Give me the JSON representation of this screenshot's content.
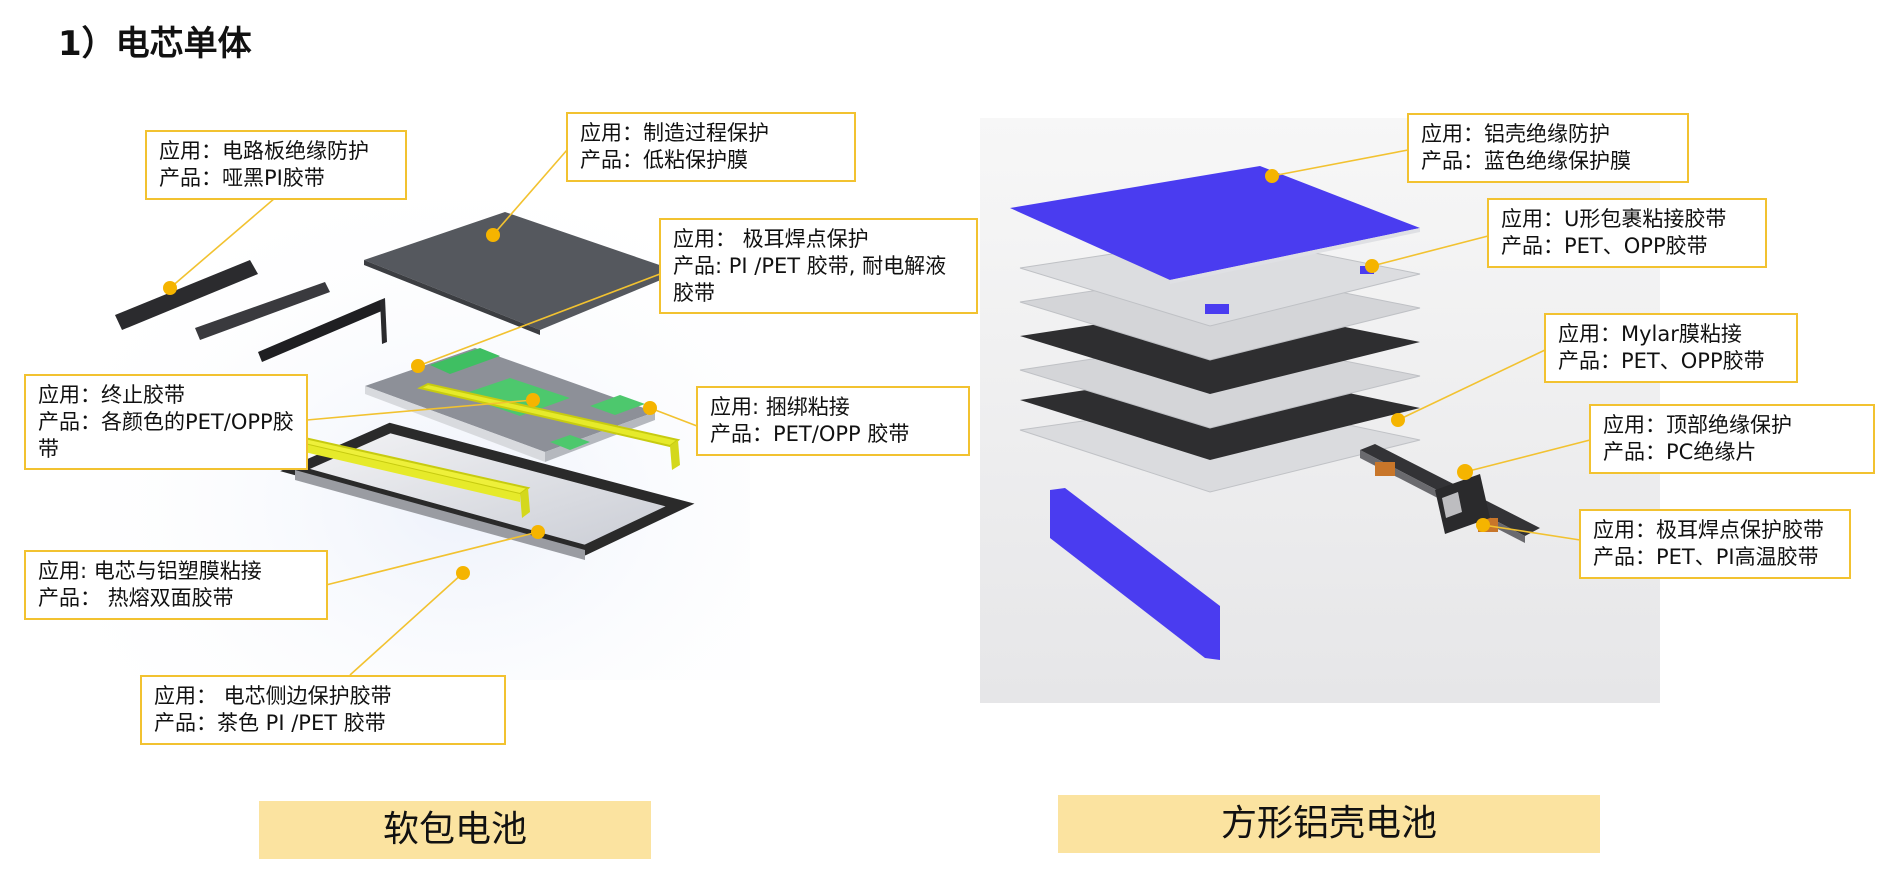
{
  "title": "1）电芯单体",
  "accent_color": "#f2c230",
  "dot_color": "#f5b400",
  "pouch": {
    "caption": "软包电池",
    "callouts": [
      {
        "app": "应用：电路板绝缘防护",
        "prod": "产品：哑黑PI胶带"
      },
      {
        "app": "应用：制造过程保护",
        "prod": "产品：低粘保护膜"
      },
      {
        "app": "应用：  极耳焊点保护",
        "prod": "产品: PI /PET 胶带, 耐电解液胶带"
      },
      {
        "app": "应用：终止胶带",
        "prod": "产品：各颜色的PET/OPP胶带"
      },
      {
        "app": "应用: 捆绑粘接",
        "prod": "产品：PET/OPP 胶带"
      },
      {
        "app": "应用: 电芯与铝塑膜粘接",
        "prod": "产品：  热熔双面胶带"
      },
      {
        "app": "应用： 电芯侧边保护胶带",
        "prod": "产品：茶色 PI /PET 胶带"
      }
    ]
  },
  "prismatic": {
    "caption": "方形铝壳电池",
    "callouts": [
      {
        "app": "应用：铝壳绝缘防护",
        "prod": "产品：蓝色绝缘保护膜"
      },
      {
        "app": "应用：U形包裹粘接胶带",
        "prod": "产品：PET、OPP胶带"
      },
      {
        "app": "应用：Mylar膜粘接",
        "prod": "产品：PET、OPP胶带"
      },
      {
        "app": "应用：顶部绝缘保护",
        "prod": "产品：PC绝缘片"
      },
      {
        "app": "应用：极耳焊点保护胶带",
        "prod": "产品：PET、PI高温胶带"
      }
    ]
  }
}
